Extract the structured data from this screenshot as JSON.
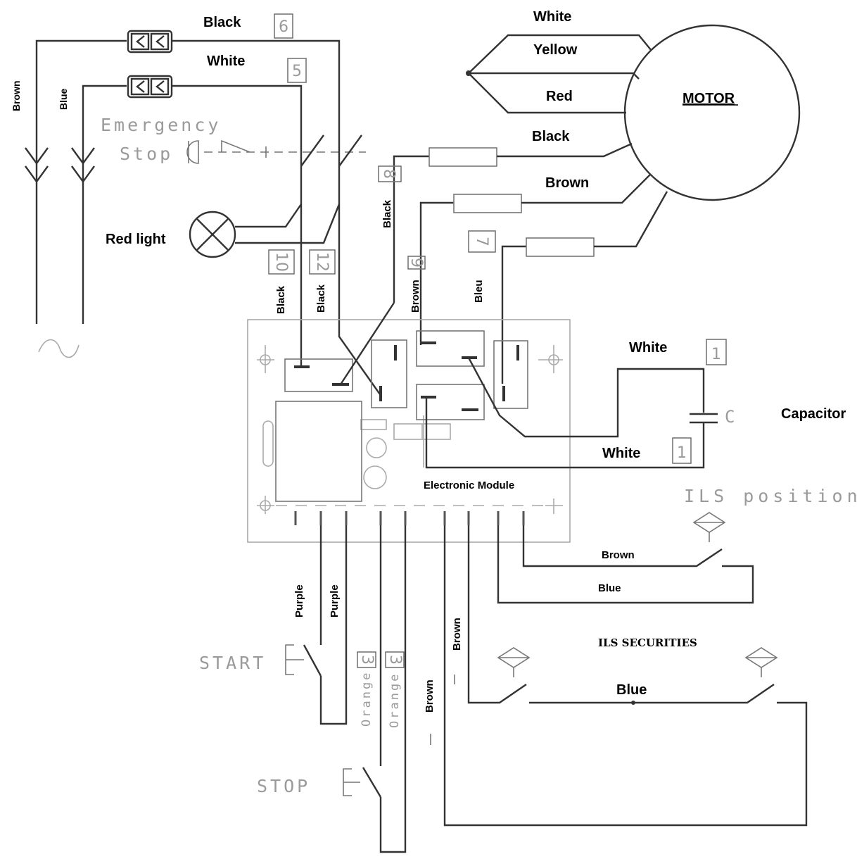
{
  "labels": {
    "black_top": "Black",
    "white_top": "White",
    "brown_left": "Brown",
    "blue_left": "Blue",
    "emergency": "Emergency",
    "stop_word": "Stop",
    "red_light": "Red light",
    "motor_white": "White",
    "motor_yellow": "Yellow",
    "motor_red": "Red",
    "motor_black": "Black",
    "motor_brown": "Brown",
    "motor": "MOTOR",
    "v_black_8": "Black",
    "v_black_10": "Black",
    "v_black_12": "Black",
    "v_brown_9": "Brown",
    "v_bleu_7": "Bleu",
    "cap_white_top": "White",
    "cap_white_bottom": "White",
    "capacitor": "Capacitor",
    "cap_c": "C",
    "module": "Electronic Module",
    "ils_position": "ILS position",
    "ils_brown": "Brown",
    "ils_blue": "Blue",
    "v_purple_1": "Purple",
    "v_purple_2": "Purple",
    "v_orange_1": "Orange",
    "v_orange_2": "Orange",
    "v_brown_low": "Brown",
    "v_brown_mid": "Brown",
    "ils_securities": "ILS SECURITIES",
    "sec_blue": "Blue",
    "start": "START",
    "stop": "STOP"
  },
  "terminals": {
    "t6": "6",
    "t5": "5",
    "t8": "8",
    "t10": "10",
    "t12": "12",
    "t9": "9",
    "t7": "7",
    "t1a": "1",
    "t1b": "1",
    "t3a": "3",
    "t3b": "3"
  }
}
